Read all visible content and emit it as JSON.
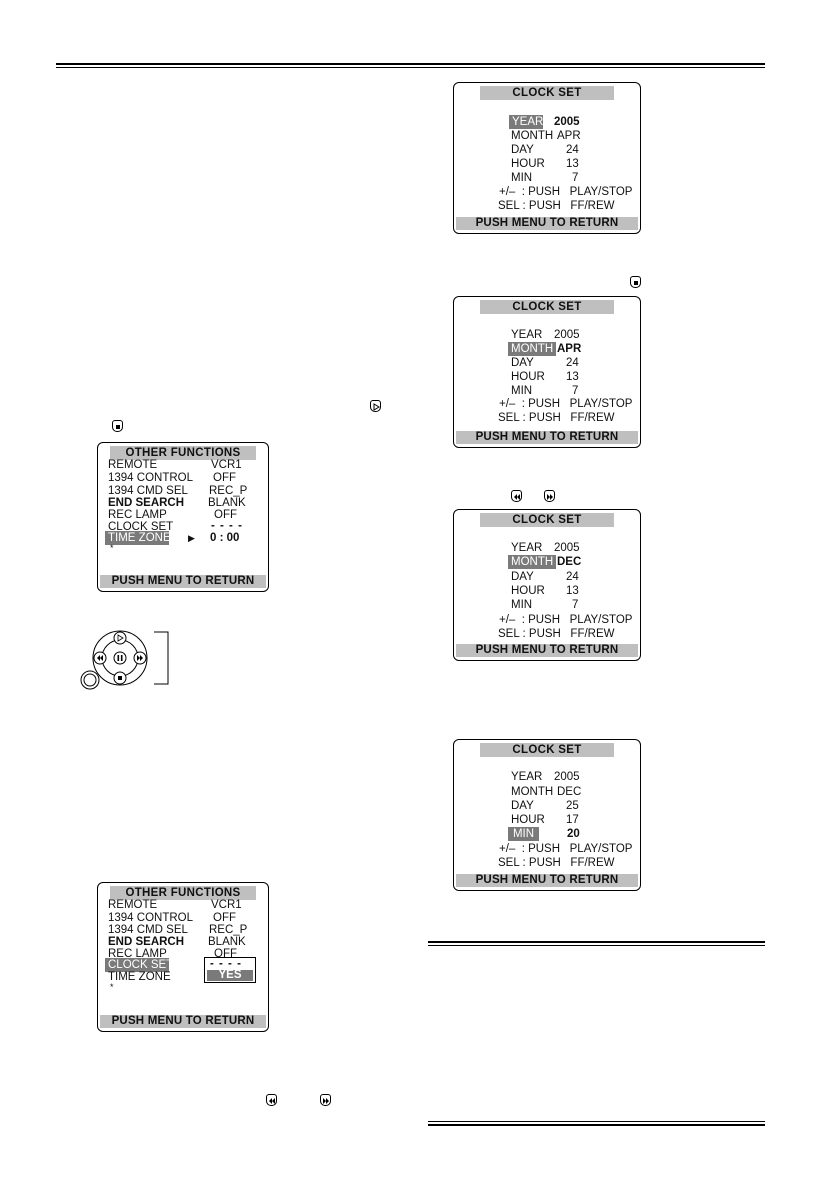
{
  "screens": {
    "other_functions_1": {
      "title": "OTHER  FUNCTIONS",
      "rows": [
        {
          "label": "REMOTE",
          "value": "VCR1"
        },
        {
          "label": "1394  CONTROL",
          "value": "OFF"
        },
        {
          "label": "1394  CMD  SEL",
          "value": "REC_P"
        },
        {
          "label": "END SEARCH",
          "value": "BLANK"
        },
        {
          "label": "REC LAMP",
          "value": "OFF"
        },
        {
          "label": "CLOCK SET",
          "value": "- - - -"
        },
        {
          "label": "TIME ZONE",
          "value": "0 : 00",
          "marker": "▶"
        }
      ],
      "asterisk": "*",
      "footer": "PUSH  MENU  TO  RETURN"
    },
    "other_functions_2": {
      "title": "OTHER  FUNCTIONS",
      "rows": [
        {
          "label": "REMOTE",
          "value": "VCR1"
        },
        {
          "label": "1394  CONTROL",
          "value": "OFF"
        },
        {
          "label": "1394  CMD  SEL",
          "value": "REC_P"
        },
        {
          "label": "END SEARCH",
          "value": "BLANK"
        },
        {
          "label": "REC LAMP",
          "value": "OFF"
        },
        {
          "label": "CLOCK SET",
          "value": "- - - -"
        },
        {
          "label": "TIME ZONE",
          "value": "YES"
        }
      ],
      "asterisk": "*",
      "footer": "PUSH  MENU  TO  RETURN"
    },
    "clock_1": {
      "title": "CLOCK  SET",
      "year": {
        "label": "YEAR",
        "value": "2005"
      },
      "month": {
        "label": "MONTH",
        "value": "APR"
      },
      "day": {
        "label": "DAY",
        "value": "24"
      },
      "hour": {
        "label": "HOUR",
        "value": "13"
      },
      "min": {
        "label": "MIN",
        "value": "7"
      },
      "help1": "+/–  : PUSH   PLAY/STOP",
      "help2": "SEL : PUSH   FF/REW",
      "footer": "PUSH  MENU  TO  RETURN"
    },
    "clock_2": {
      "title": "CLOCK  SET",
      "year": {
        "label": "YEAR",
        "value": "2005"
      },
      "month": {
        "label": "MONTH",
        "value": "APR"
      },
      "day": {
        "label": "DAY",
        "value": "24"
      },
      "hour": {
        "label": "HOUR",
        "value": "13"
      },
      "min": {
        "label": "MIN",
        "value": "7"
      },
      "help1": "+/–  : PUSH   PLAY/STOP",
      "help2": "SEL : PUSH   FF/REW",
      "footer": "PUSH  MENU  TO  RETURN"
    },
    "clock_3": {
      "title": "CLOCK  SET",
      "year": {
        "label": "YEAR",
        "value": "2005"
      },
      "month": {
        "label": "MONTH",
        "value": "DEC"
      },
      "day": {
        "label": "DAY",
        "value": "24"
      },
      "hour": {
        "label": "HOUR",
        "value": "13"
      },
      "min": {
        "label": "MIN",
        "value": "7"
      },
      "help1": "+/–  : PUSH   PLAY/STOP",
      "help2": "SEL : PUSH   FF/REW",
      "footer": "PUSH  MENU  TO  RETURN"
    },
    "clock_4": {
      "title": "CLOCK  SET",
      "year": {
        "label": "YEAR",
        "value": "2005"
      },
      "month": {
        "label": "MONTH",
        "value": "DEC"
      },
      "day": {
        "label": "DAY",
        "value": "25"
      },
      "hour": {
        "label": "HOUR",
        "value": "17"
      },
      "min": {
        "label": "MIN",
        "value": "20"
      },
      "help1": "+/–  : PUSH   PLAY/STOP",
      "help2": "SEL : PUSH   FF/REW",
      "footer": "PUSH  MENU  TO  RETURN"
    }
  }
}
